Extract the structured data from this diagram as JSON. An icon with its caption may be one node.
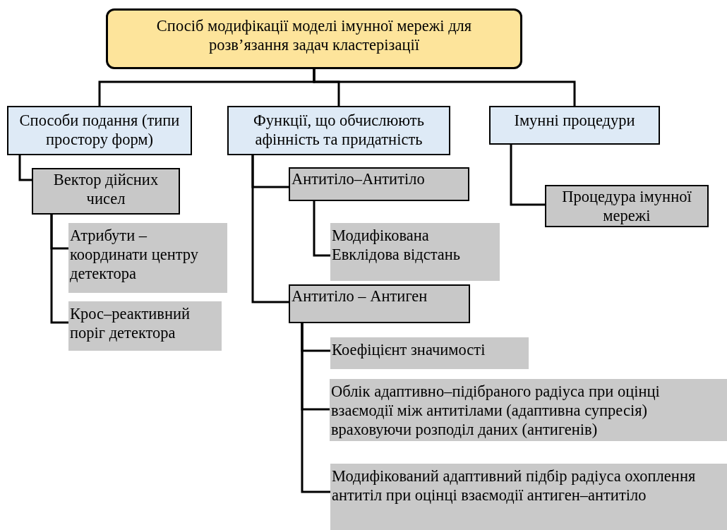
{
  "diagram": {
    "nodes": [
      {
        "text": [
          "Спосіб модифікації  моделі імунної мережі для розв’язання  задач кластерізації"
        ]
      },
      {
        "text": [
          "Способи подання (типи простору форм)"
        ]
      },
      {
        "text": [
          "Функції, що обчислюють афінність та придатність"
        ]
      },
      {
        "text": [
          "Імунні процедури"
        ]
      },
      {
        "text": [
          "Вектор дійсних чисел"
        ]
      },
      {
        "text": [
          "Атрибути – координати центру детектора"
        ]
      },
      {
        "text": [
          "Крос–реактивний поріг детектора"
        ]
      },
      {
        "text": [
          "Антитіло–Антитіло"
        ]
      },
      {
        "text": [
          "Процедура імунної мережі"
        ]
      },
      {
        "text": [
          "Модифікована Евклідова відстань"
        ]
      },
      {
        "text": [
          "Антитіло – Антиген"
        ]
      },
      {
        "text": [
          "Коефіцієнт значимості"
        ]
      },
      {
        "text": [
          "Облік адаптивно–підібраного радіуса при оцінці взаємодії між антитілами (адаптивна супресія) враховуючи розподіл даних (антигенів)"
        ]
      },
      {
        "text": [
          "Модифікований адаптивний підбір радіуса охоплення  антитіл при оцінці взаємодії антиген–антитіло"
        ]
      }
    ],
    "edges": [
      {
        "from": 0,
        "to": 1,
        "arrow": "none"
      },
      {
        "from": 0,
        "to": 2,
        "arrow": "none"
      },
      {
        "from": 0,
        "to": 3,
        "arrow": "none"
      },
      {
        "from": 1,
        "to": 4,
        "arrow": "none"
      },
      {
        "from": 4,
        "to": 5,
        "arrow": "none"
      },
      {
        "from": 4,
        "to": 6,
        "arrow": "none"
      },
      {
        "from": 2,
        "to": 7,
        "arrow": "none"
      },
      {
        "from": 2,
        "to": 10,
        "arrow": "none"
      },
      {
        "from": 7,
        "to": 9,
        "arrow": "none"
      },
      {
        "from": 3,
        "to": 8,
        "arrow": "none"
      },
      {
        "from": 10,
        "to": 11,
        "arrow": "none"
      },
      {
        "from": 10,
        "to": 12,
        "arrow": "none"
      },
      {
        "from": 10,
        "to": 13,
        "arrow": "none"
      }
    ]
  }
}
